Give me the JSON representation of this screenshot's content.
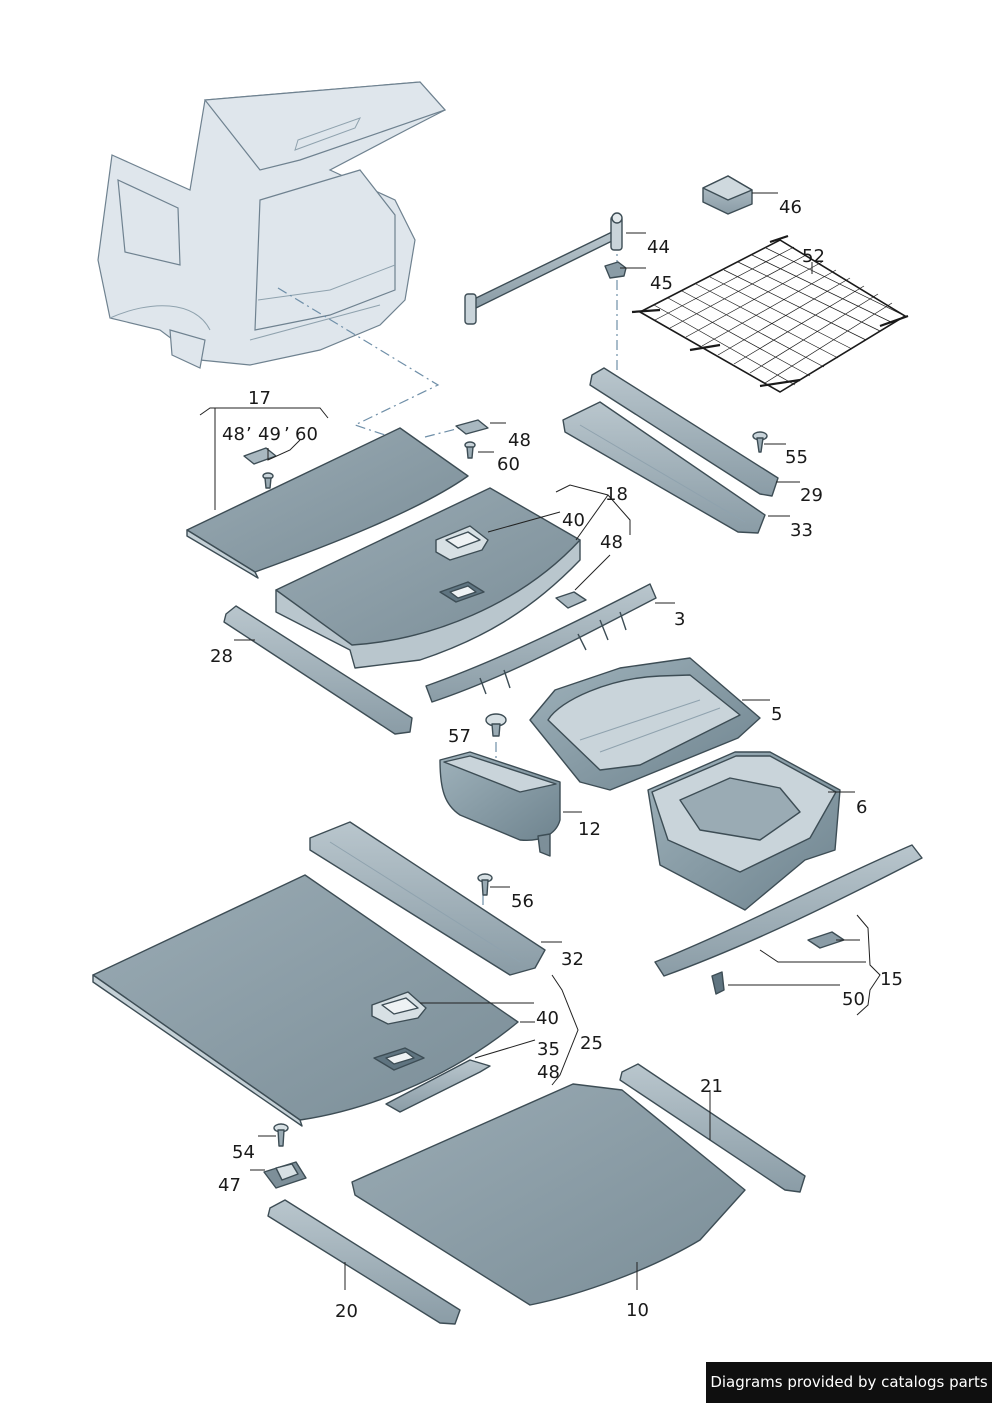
{
  "footer": {
    "credit": "Diagrams provided by catalogs parts"
  },
  "colors": {
    "panel_top": "#8fa1ab",
    "panel_edge": "#b7c4cb",
    "part_fill": "#a9b8c0",
    "part_dark": "#7d8f99",
    "car_body": "#dfe6ec",
    "outline": "#3d4d55"
  },
  "callouts": {
    "c17": "17",
    "c48a": "48",
    "c49": "49",
    "c60a": "60",
    "c48b": "48",
    "c60b": "60",
    "c18": "18",
    "c40a": "40",
    "c48c": "48",
    "c3": "3",
    "c28": "28",
    "c46": "46",
    "c44": "44",
    "c45": "45",
    "c52": "52",
    "c55": "55",
    "c29": "29",
    "c33": "33",
    "c5": "5",
    "c57": "57",
    "c6": "6",
    "c12": "12",
    "c56": "56",
    "c32": "32",
    "c15": "15",
    "c50": "50",
    "c40b": "40",
    "c25": "25",
    "c35": "35",
    "c48d": "48",
    "c21": "21",
    "c54": "54",
    "c47": "47",
    "c10": "10",
    "c20": "20"
  }
}
